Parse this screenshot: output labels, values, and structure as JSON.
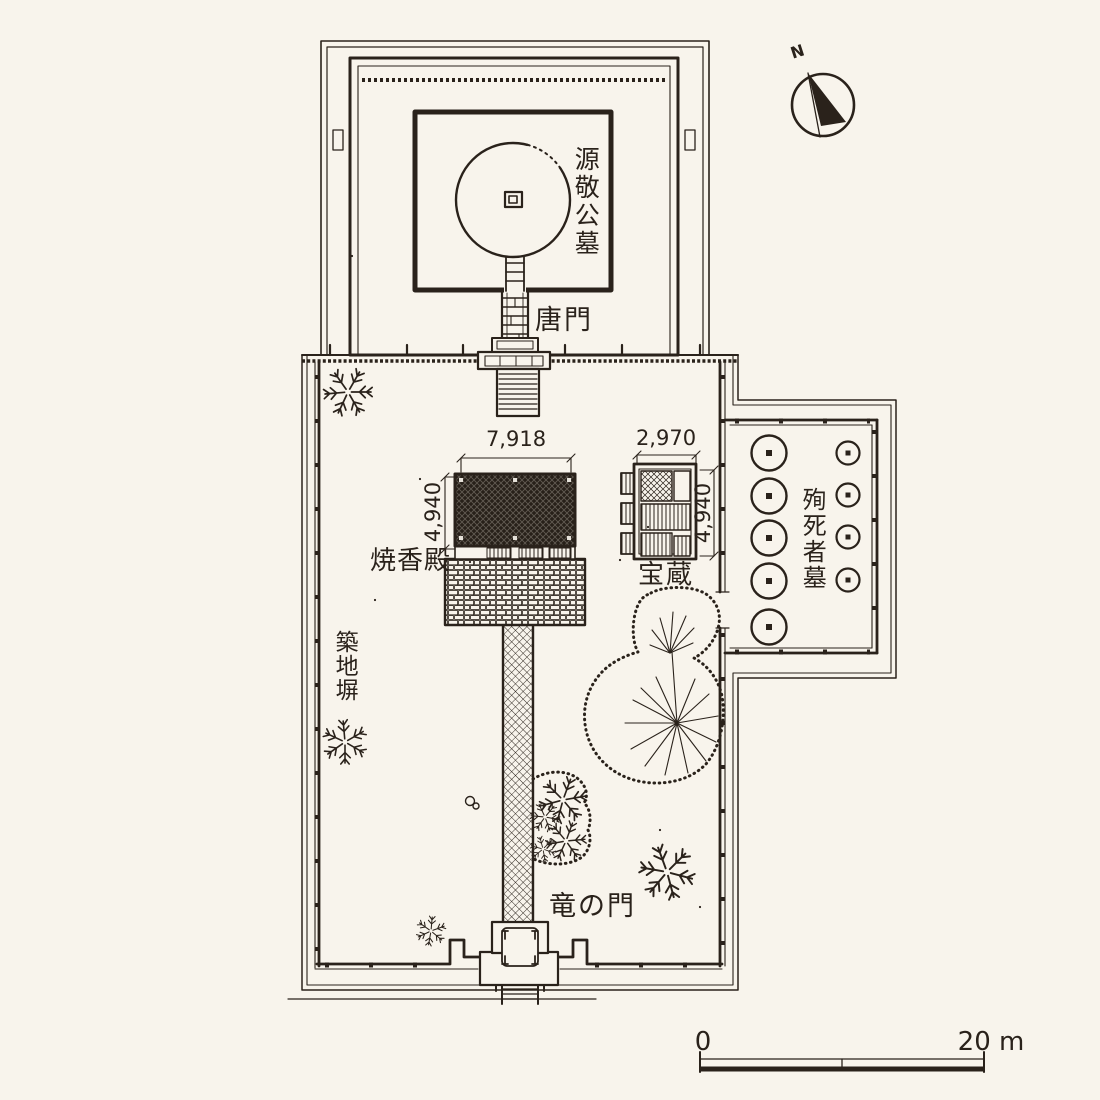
{
  "plan_labels": {
    "north": "N",
    "tomb": "源敬公墓",
    "karamon_gate": "唐門",
    "incense_hall": "焼香殿",
    "treasury": "宝蔵",
    "martyr_graves": "殉死者墓",
    "earthen_wall": "築地塀",
    "dragon_gate": "竜の門"
  },
  "dimensions": {
    "incense_hall_width": "7,918",
    "incense_hall_depth": "4,940",
    "treasury_width": "2,970",
    "treasury_depth": "4,940"
  },
  "scale_bar": {
    "start": "0",
    "end": "20 m"
  },
  "features": {
    "martyr_graves_left_column": 5,
    "martyr_graves_right_column": 4,
    "colors": {
      "background": "#f8f4ec",
      "ink": "#2a221b"
    }
  }
}
